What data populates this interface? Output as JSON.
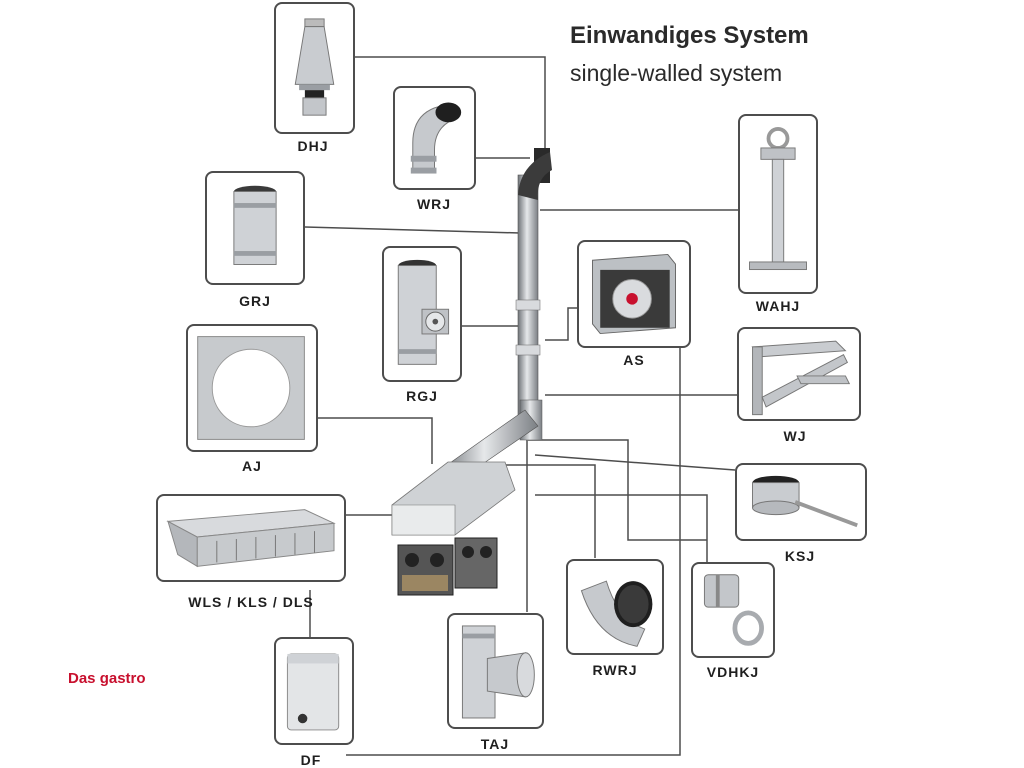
{
  "header": {
    "title": "Einwandiges System",
    "subtitle": "single-walled system"
  },
  "logo": {
    "word1": "Das",
    "word2": "gastro"
  },
  "components": [
    {
      "code": "DHJ"
    },
    {
      "code": "WRJ"
    },
    {
      "code": "GRJ"
    },
    {
      "code": "RGJ"
    },
    {
      "code": "AS"
    },
    {
      "code": "WAHJ"
    },
    {
      "code": "AJ"
    },
    {
      "code": "WJ"
    },
    {
      "code": "KSJ"
    },
    {
      "code": "WLS / KLS / DLS"
    },
    {
      "code": "RWRJ"
    },
    {
      "code": "VDHKJ"
    },
    {
      "code": "DF"
    },
    {
      "code": "TAJ"
    }
  ],
  "colors": {
    "line": "#4d4d4d",
    "steel": "#b9bcc0",
    "brand": "#c8102e"
  }
}
